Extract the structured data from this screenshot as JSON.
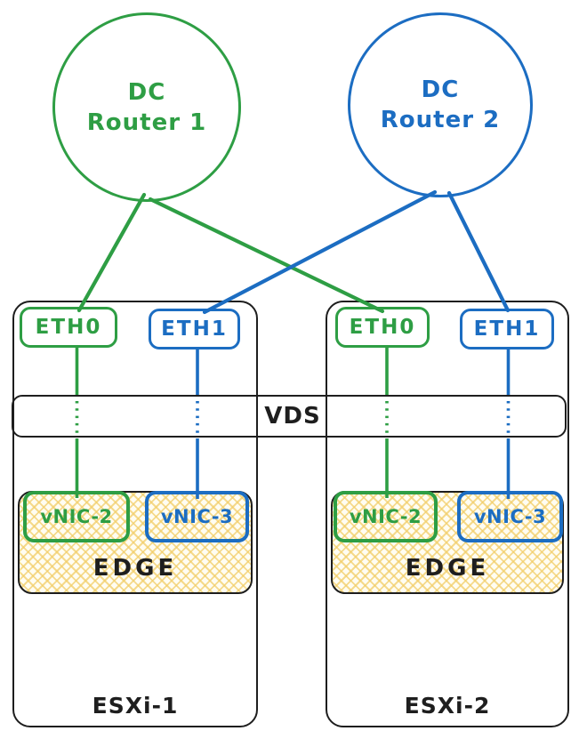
{
  "colors": {
    "green": "#2e9e44",
    "blue": "#1c6dc2",
    "ink": "#1e1e1e",
    "hatch_line": "#f2ce6a",
    "hatch_bg": "#fffdf2"
  },
  "routers": [
    {
      "id": "dc-router-1",
      "line1": "DC",
      "line2": "Router 1",
      "color": "#2e9e44"
    },
    {
      "id": "dc-router-2",
      "line1": "DC",
      "line2": "Router 2",
      "color": "#1c6dc2"
    }
  ],
  "vds": {
    "label": "VDS"
  },
  "hosts": [
    {
      "name": "ESXi-1",
      "ports": [
        {
          "label": "ETH0",
          "color": "#2e9e44"
        },
        {
          "label": "ETH1",
          "color": "#1c6dc2"
        }
      ],
      "vnics": [
        {
          "label": "vNIC-2",
          "color": "#2e9e44"
        },
        {
          "label": "vNIC-3",
          "color": "#1c6dc2"
        }
      ],
      "edge_label": "EDGE"
    },
    {
      "name": "ESXi-2",
      "ports": [
        {
          "label": "ETH0",
          "color": "#2e9e44"
        },
        {
          "label": "ETH1",
          "color": "#1c6dc2"
        }
      ],
      "vnics": [
        {
          "label": "vNIC-2",
          "color": "#2e9e44"
        },
        {
          "label": "vNIC-3",
          "color": "#1c6dc2"
        }
      ],
      "edge_label": "EDGE"
    }
  ],
  "connections": [
    {
      "from": "dc-router-1",
      "to": "esxi-1-eth0",
      "color": "#2e9e44",
      "style": "solid"
    },
    {
      "from": "dc-router-1",
      "to": "esxi-2-eth0",
      "color": "#2e9e44",
      "style": "solid"
    },
    {
      "from": "dc-router-2",
      "to": "esxi-1-eth1",
      "color": "#1c6dc2",
      "style": "solid"
    },
    {
      "from": "dc-router-2",
      "to": "esxi-2-eth1",
      "color": "#1c6dc2",
      "style": "solid"
    },
    {
      "from": "esxi-1-eth0",
      "to": "esxi-1-vnic-2",
      "color": "#2e9e44",
      "style": "dotted-through-vds"
    },
    {
      "from": "esxi-1-eth1",
      "to": "esxi-1-vnic-3",
      "color": "#1c6dc2",
      "style": "dotted-through-vds"
    },
    {
      "from": "esxi-2-eth0",
      "to": "esxi-2-vnic-2",
      "color": "#2e9e44",
      "style": "dotted-through-vds"
    },
    {
      "from": "esxi-2-eth1",
      "to": "esxi-2-vnic-3",
      "color": "#1c6dc2",
      "style": "dotted-through-vds"
    }
  ]
}
